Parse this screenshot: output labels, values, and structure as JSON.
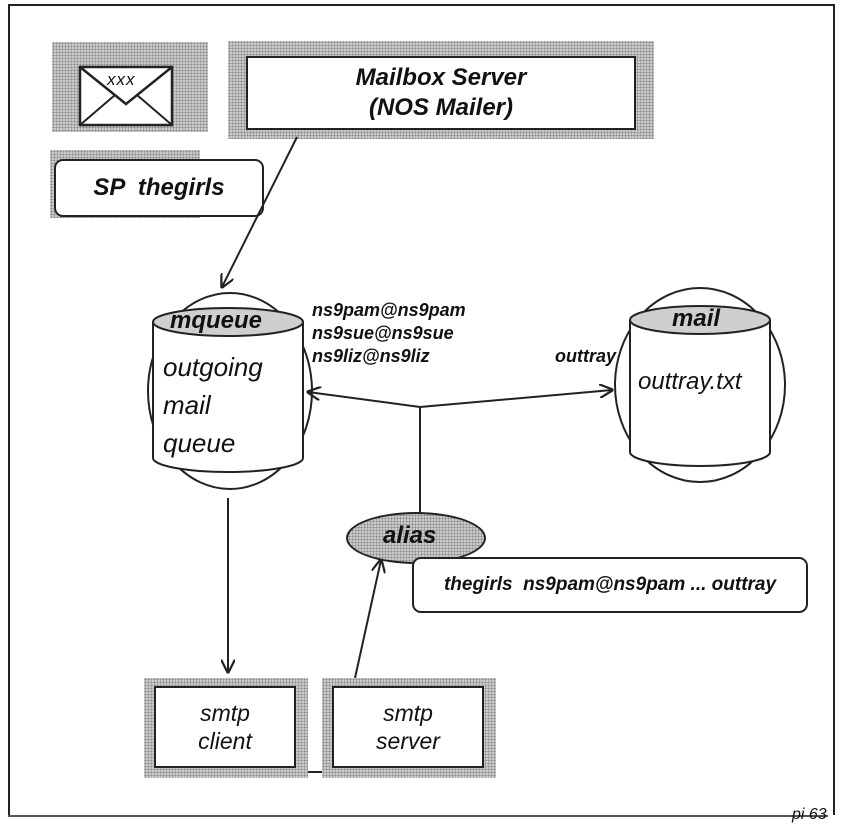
{
  "mailbox_server": {
    "line1": "Mailbox Server",
    "line2": "(NOS Mailer)"
  },
  "sp_command": "SP  thegirls",
  "mqueue": {
    "title": "mqueue",
    "line1": "outgoing",
    "line2": "mail",
    "line3": "queue"
  },
  "mail": {
    "title": "mail",
    "file": "outtray.txt"
  },
  "addresses": [
    "ns9pam@ns9pam",
    "ns9sue@ns9sue",
    "ns9liz@ns9liz"
  ],
  "outtray_label": "outtray",
  "alias": {
    "label": "alias",
    "entry": "thegirls  ns9pam@ns9pam ... outtray"
  },
  "smtp_client": {
    "line1": "smtp",
    "line2": "client"
  },
  "smtp_server": {
    "line1": "smtp",
    "line2": "server"
  },
  "page_ref": "pi 63",
  "envelope_marks": "xxx"
}
